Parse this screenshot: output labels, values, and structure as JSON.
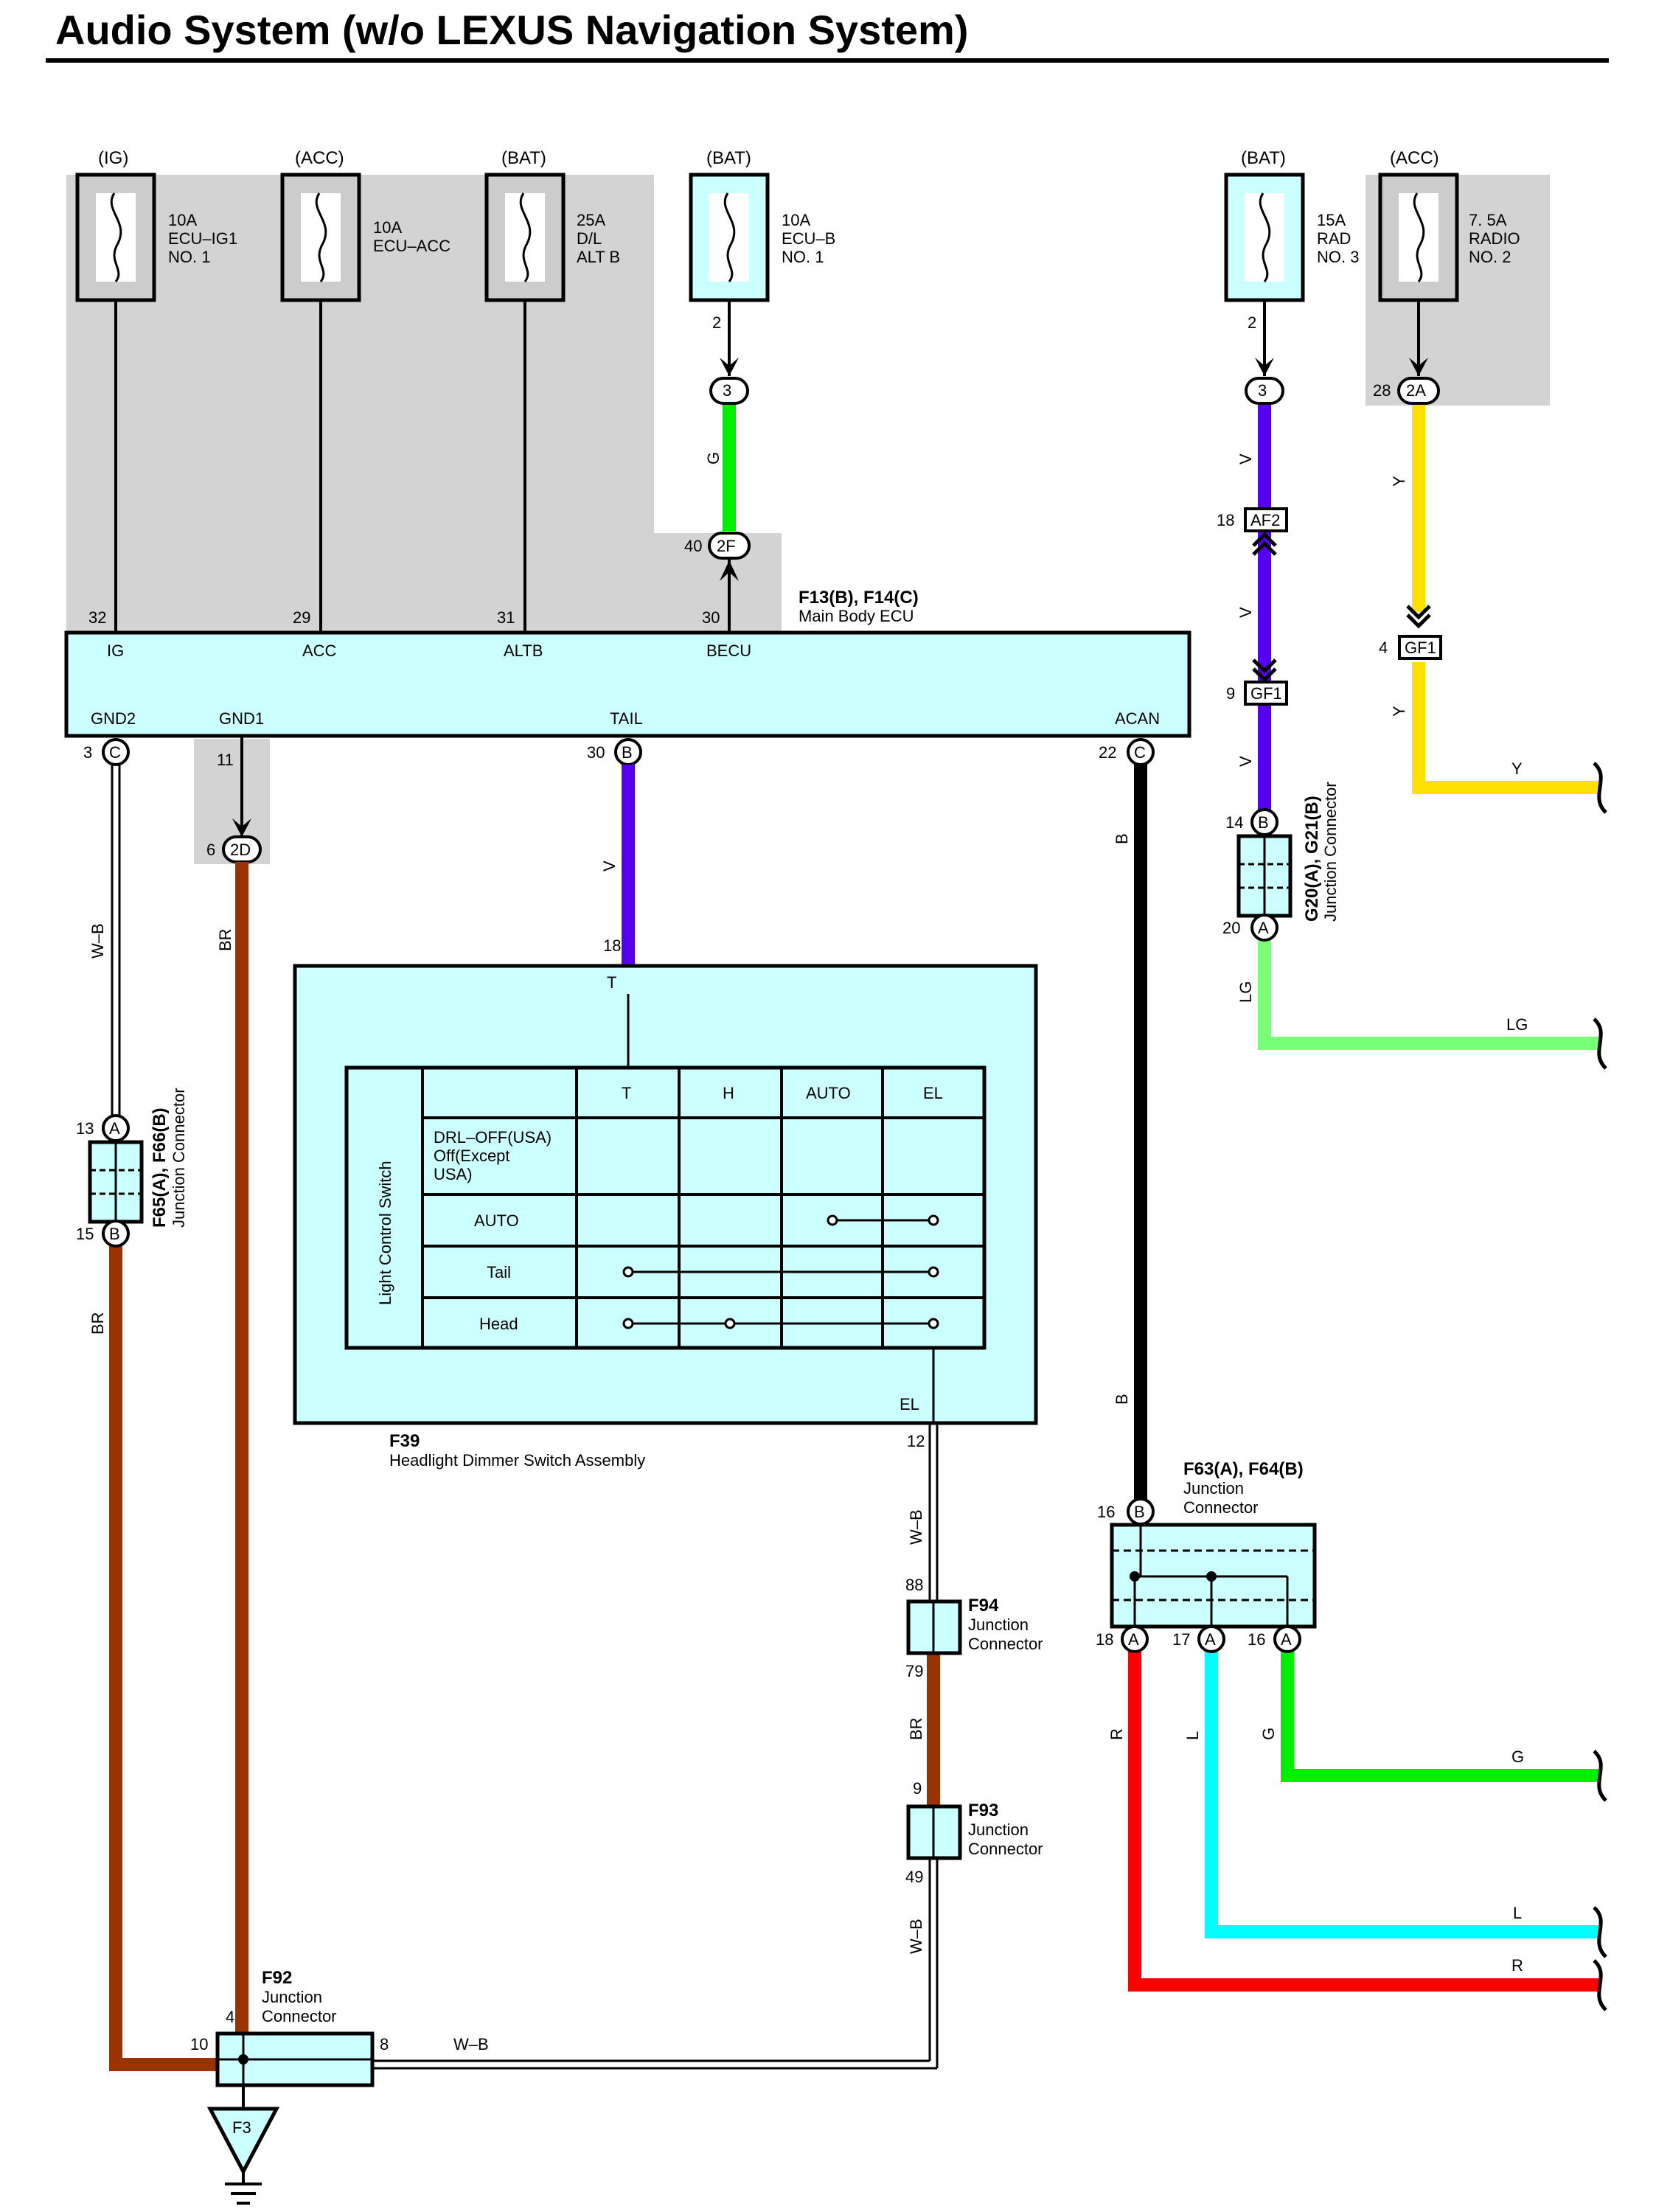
{
  "title": "Audio System (w/o LEXUS Navigation System)",
  "fuses": [
    {
      "supply": "(IG)",
      "rating": "10A",
      "name": "ECU–IG1",
      "name2": "NO. 1"
    },
    {
      "supply": "(ACC)",
      "rating": "10A",
      "name": "ECU–ACC",
      "name2": ""
    },
    {
      "supply": "(BAT)",
      "rating": "25A",
      "name": "D/L",
      "name2": "ALT B"
    },
    {
      "supply": "(BAT)",
      "rating": "10A",
      "name": "ECU–B",
      "name2": "NO. 1"
    },
    {
      "supply": "(BAT)",
      "rating": "15A",
      "name": "RAD",
      "name2": "NO. 3"
    },
    {
      "supply": "(ACC)",
      "rating": "7. 5A",
      "name": "RADIO",
      "name2": "NO. 2"
    }
  ],
  "ecu": {
    "ref": "F13(B), F14(C)",
    "name": "Main Body ECU",
    "terminals_top": [
      {
        "label": "IG",
        "pin": "32"
      },
      {
        "label": "ACC",
        "pin": "29"
      },
      {
        "label": "ALTB",
        "pin": "31"
      },
      {
        "label": "BECU",
        "pin": "30"
      }
    ],
    "terminals_bottom": [
      {
        "label": "GND2",
        "pin": "3",
        "conn": "C"
      },
      {
        "label": "GND1",
        "pin": "11",
        "conn": ""
      },
      {
        "label": "TAIL",
        "pin": "30",
        "conn": "B"
      },
      {
        "label": "ACAN",
        "pin": "22",
        "conn": "C"
      }
    ]
  },
  "connectors": {
    "c3a": {
      "id": "3",
      "pin": "2"
    },
    "c2f": {
      "id": "2F",
      "pin": "40"
    },
    "c3b": {
      "id": "3",
      "pin": "2"
    },
    "af2": {
      "id": "AF2",
      "pin": "18"
    },
    "gf1a": {
      "id": "GF1",
      "pin": "9"
    },
    "c2a": {
      "id": "2A",
      "pin": "28"
    },
    "gf1b": {
      "id": "GF1",
      "pin": "4"
    },
    "c2d": {
      "id": "2D",
      "pin": "6"
    }
  },
  "wires": {
    "g": "G",
    "v1": "V",
    "v2": "V",
    "v3": "V",
    "y1": "Y",
    "y2": "Y",
    "wb1": "W–B",
    "br1": "BR",
    "v_tail": "V",
    "b1": "B",
    "b2": "B",
    "lg": "LG",
    "br2": "BR",
    "wb2": "W–B",
    "br3": "BR",
    "wb3": "W–B",
    "wb4": "W–B",
    "r": "R",
    "l": "L",
    "g2": "G"
  },
  "outputs": {
    "y": "Y",
    "lg": "LG",
    "g": "G",
    "l": "L",
    "r": "R"
  },
  "junctions": {
    "g20": {
      "ref": "G20(A), G21(B)",
      "name": "Junction Connector",
      "pin_top": "14",
      "conn_top": "B",
      "pin_bot": "20",
      "conn_bot": "A"
    },
    "f65": {
      "ref": "F65(A), F66(B)",
      "name": "Junction Connector",
      "pin_top": "13",
      "conn_top": "A",
      "pin_bot": "15",
      "conn_bot": "B"
    },
    "f63": {
      "ref": "F63(A), F64(B)",
      "name1": "Junction",
      "name2": "Connector",
      "pin_top": "16",
      "conn_top": "B",
      "pins_bot": [
        {
          "pin": "18",
          "conn": "A"
        },
        {
          "pin": "17",
          "conn": "A"
        },
        {
          "pin": "16",
          "conn": "A"
        }
      ]
    },
    "f94": {
      "ref": "F94",
      "name1": "Junction",
      "name2": "Connector",
      "pin_top": "88",
      "pin_bot": "79"
    },
    "f93": {
      "ref": "F93",
      "name1": "Junction",
      "name2": "Connector",
      "pin_top": "9",
      "pin_bot": "49"
    },
    "f92": {
      "ref": "F92",
      "name1": "Junction",
      "name2": "Connector",
      "pin_top": "4",
      "pin_left": "10",
      "pin_right": "8"
    }
  },
  "switch": {
    "ref": "F39",
    "name": "Headlight Dimmer Switch Assembly",
    "pin_top": "18",
    "term_top": "T",
    "term_bot": "EL",
    "pin_bot": "12",
    "side_label": "Light Control Switch",
    "columns": [
      "T",
      "H",
      "AUTO",
      "EL"
    ],
    "rows": [
      {
        "label": "DRL–OFF(USA)",
        "label2": "Off(Except",
        "label3": "USA)",
        "connect": []
      },
      {
        "label": "AUTO",
        "label2": "",
        "label3": "",
        "connect": [
          "AUTO",
          "EL"
        ]
      },
      {
        "label": "Tail",
        "label2": "",
        "label3": "",
        "connect": [
          "T",
          "EL"
        ]
      },
      {
        "label": "Head",
        "label2": "",
        "label3": "",
        "connect": [
          "T",
          "H",
          "EL"
        ]
      }
    ]
  },
  "ground": {
    "id": "F3"
  },
  "colors": {
    "green": "#00ee00",
    "violet": "#5500ee",
    "yellow": "#ffe000",
    "brown": "#993300",
    "black": "#000000",
    "lightgreen": "#77ff77",
    "red": "#ff0000",
    "blue": "#00ffff",
    "box": "#ccffff",
    "shade": "#d3d3d3"
  }
}
